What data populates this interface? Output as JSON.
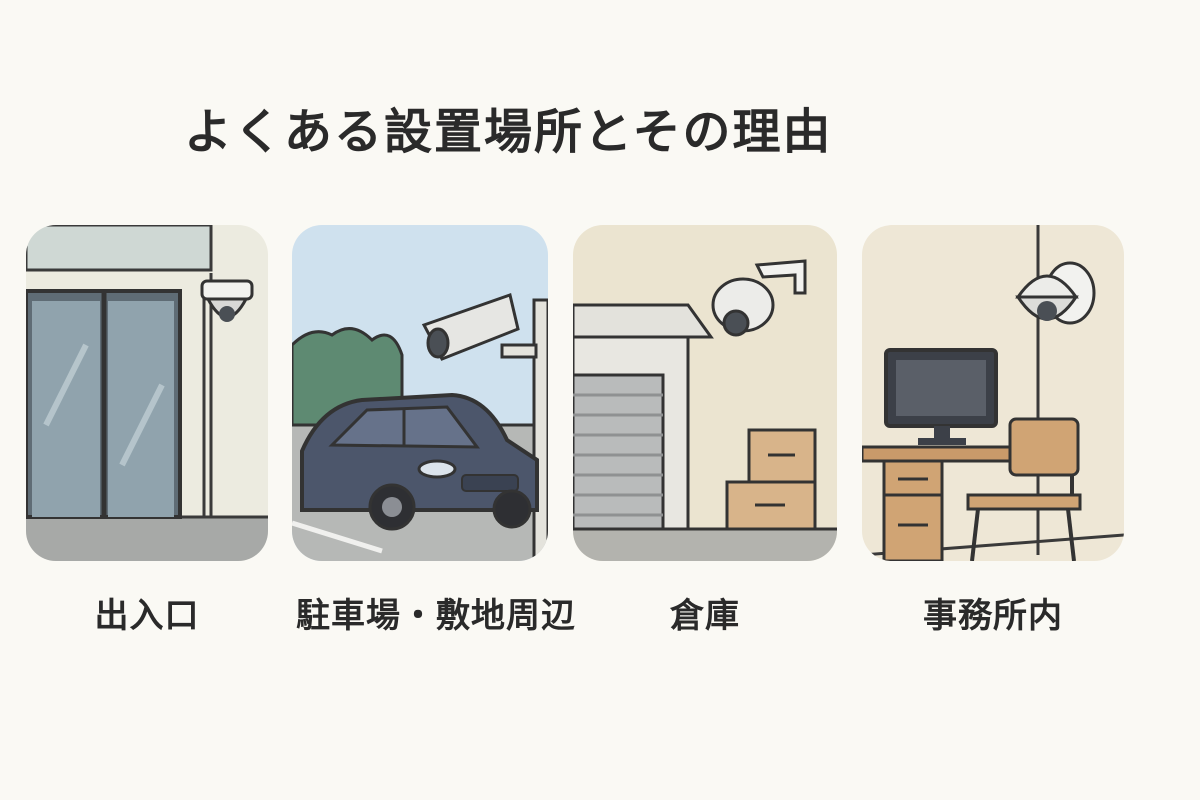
{
  "title": "よくある設置場所とその理由",
  "locations": [
    {
      "label": "出入口"
    },
    {
      "label": "駐車場・敷地周辺"
    },
    {
      "label": "倉庫"
    },
    {
      "label": "事務所内"
    }
  ]
}
